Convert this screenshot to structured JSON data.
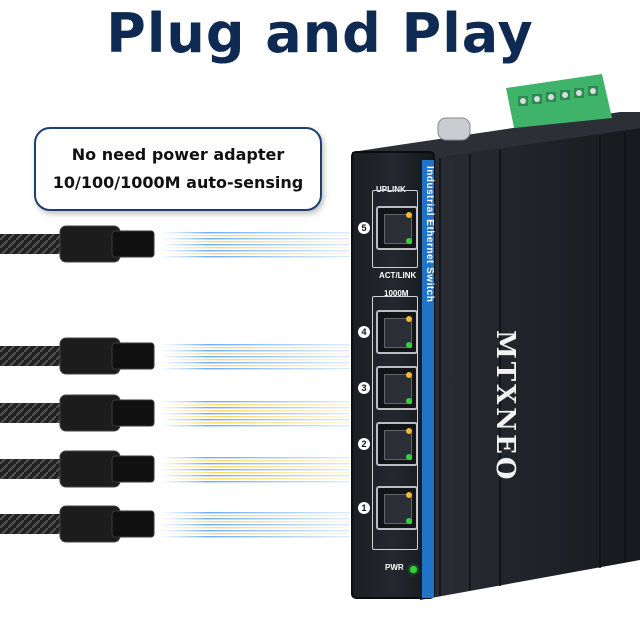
{
  "headline": "Plug and Play",
  "callout": {
    "line1": "No need power adapter",
    "line2": "10/100/1000M auto-sensing"
  },
  "device": {
    "brand": "MTXNEO",
    "product_strip": "Industrial Ethernet Switch",
    "uplink_label": "UPLINK",
    "act_link_label": "ACT/LINK",
    "speed_label": "1000M",
    "pwr_label": "PWR",
    "ports": [
      "5",
      "4",
      "3",
      "2",
      "1"
    ],
    "led_color": "#33d43a",
    "strip_color": "#1f73c9",
    "terminal_color": "#3fb36a"
  },
  "icons": {
    "cable": "ethernet-cable-icon",
    "signal": "signal-lines-icon"
  }
}
